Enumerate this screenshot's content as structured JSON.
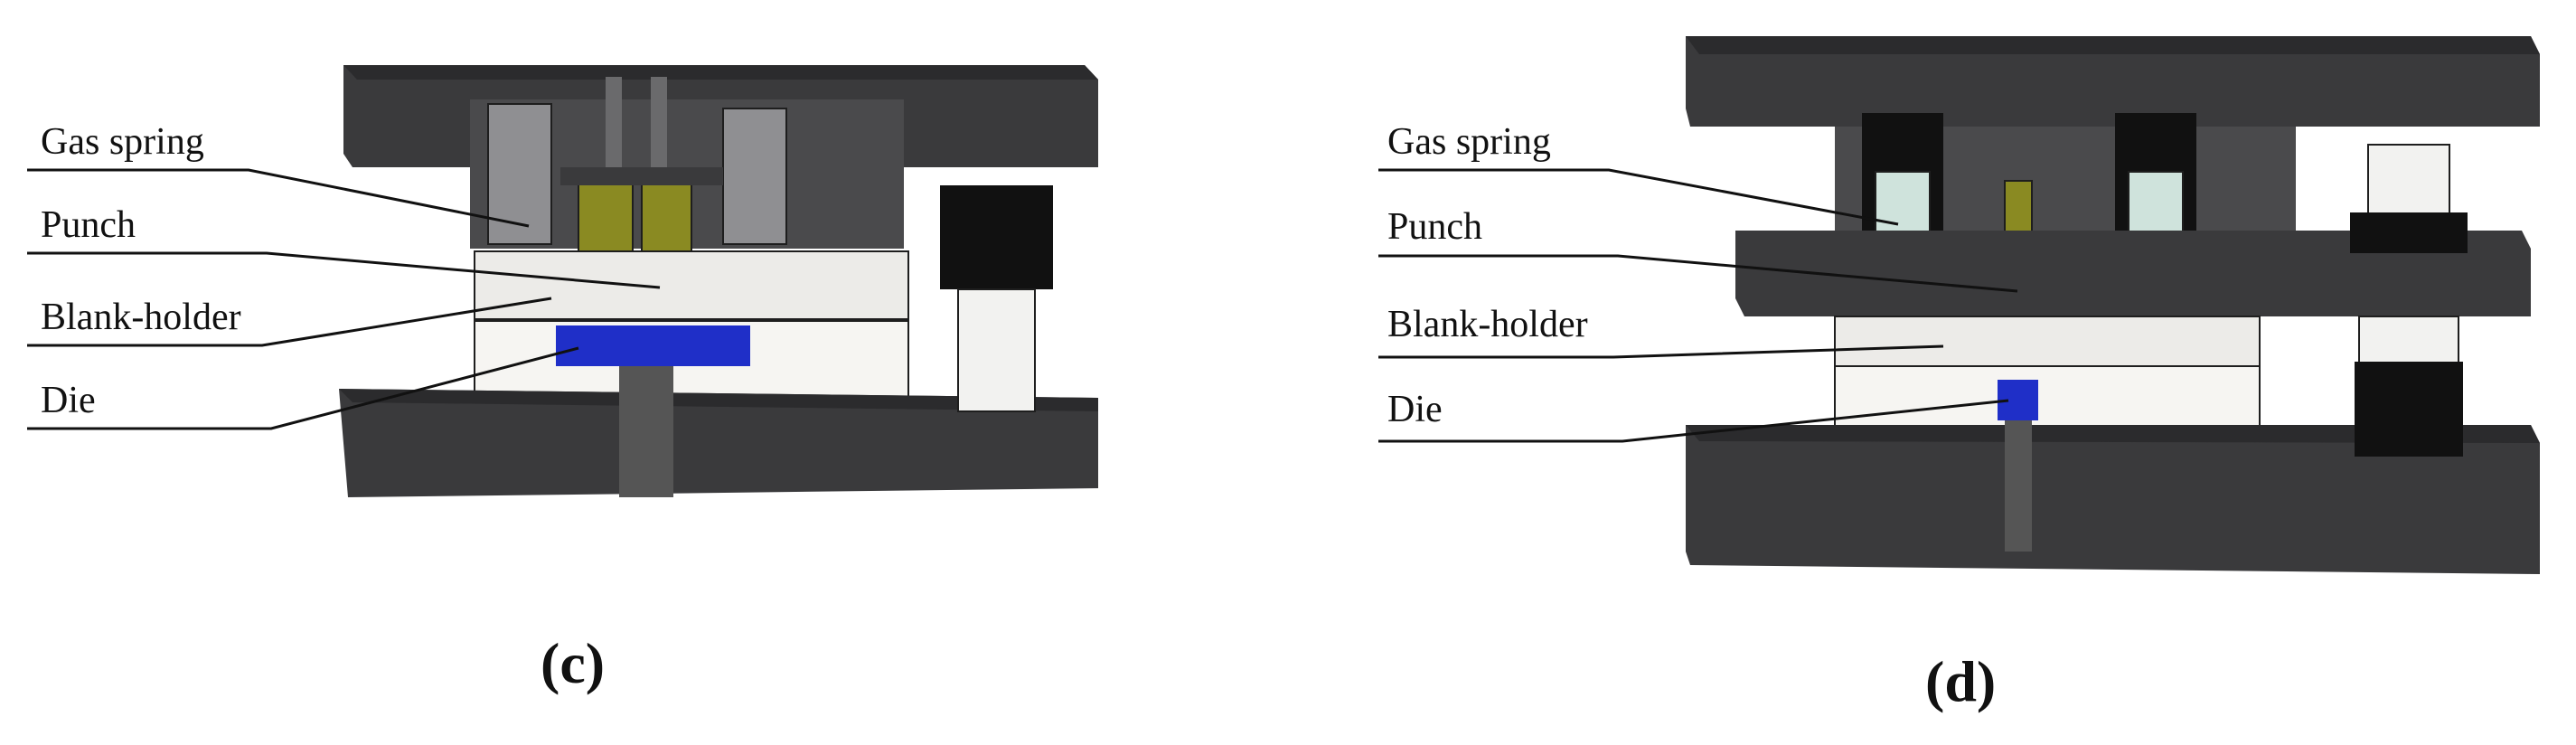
{
  "panel_c": {
    "caption": "(c)",
    "labels": {
      "gas_spring": "Gas spring",
      "punch": "Punch",
      "blank_holder": "Blank-holder",
      "die": "Die"
    }
  },
  "panel_d": {
    "caption": "(d)",
    "labels": {
      "gas_spring": "Gas spring",
      "punch": "Punch",
      "blank_holder": "Blank-holder",
      "die": "Die"
    }
  },
  "colors": {
    "punch": "#8a8a22",
    "die": "#1f2fc8",
    "steel_dark": "#4a4a4c",
    "plate_light": "#ecebe8",
    "gas_spring_d": "#cfe3dc"
  }
}
